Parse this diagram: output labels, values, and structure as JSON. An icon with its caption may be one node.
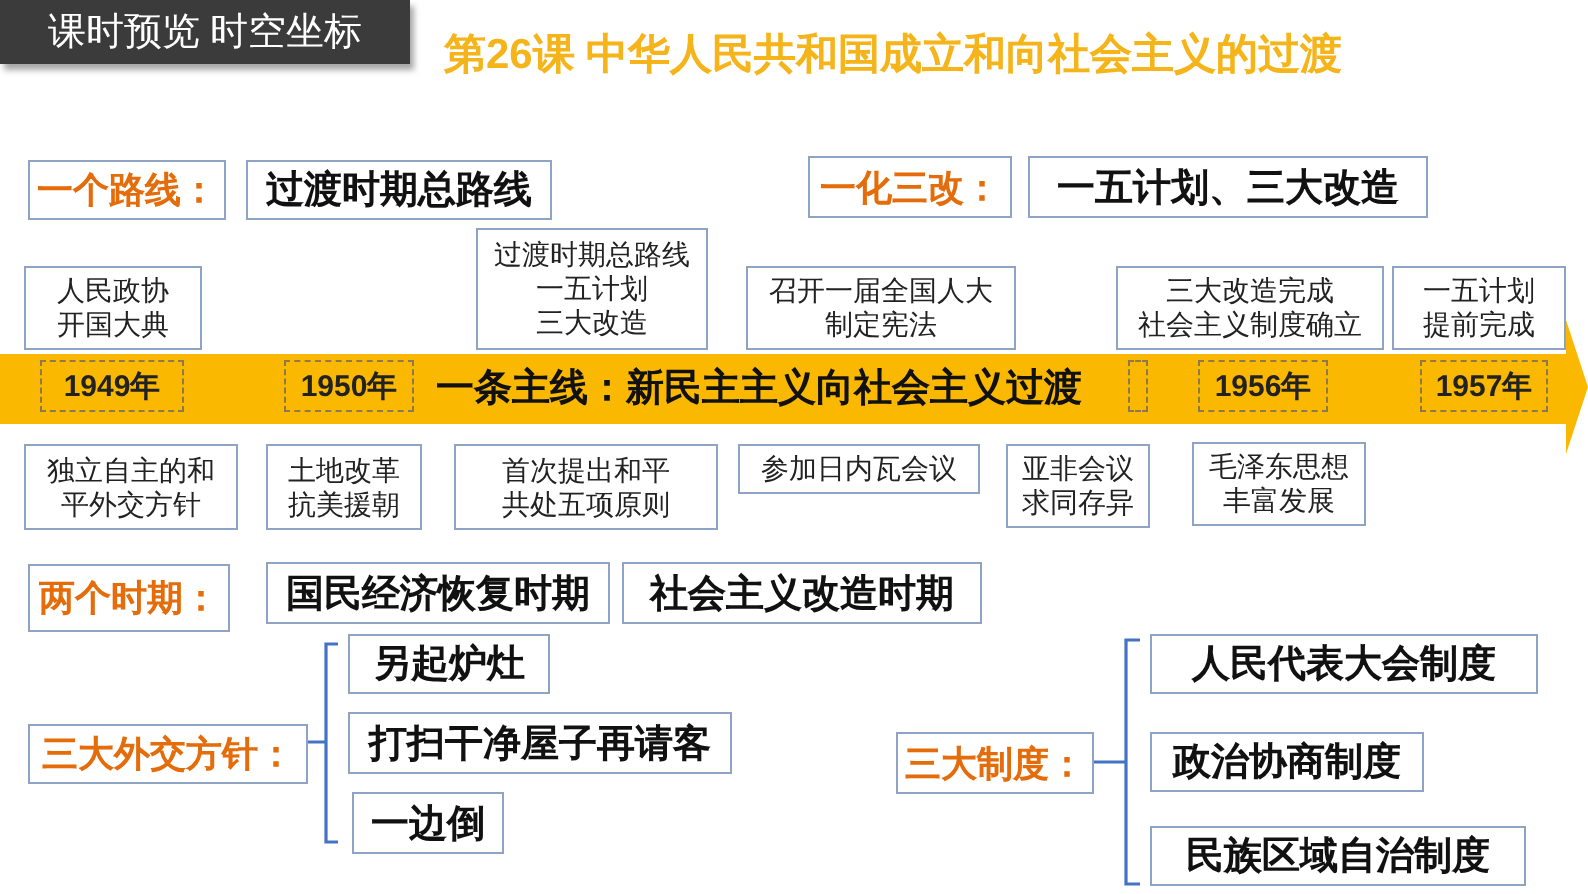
{
  "diagram": {
    "title": "第26课 中华人民共和国成立和向社会主义的过渡",
    "nodes": [
      {
        "text": [
          "课时预览 时空坐标"
        ]
      },
      {
        "text": [
          "一个路线："
        ]
      },
      {
        "text": [
          "过渡时期总路线"
        ]
      },
      {
        "text": [
          "一化三改："
        ]
      },
      {
        "text": [
          "一五计划、三大改造"
        ]
      },
      {
        "text": [
          "人民政协",
          "开国大典"
        ]
      },
      {
        "text": [
          "过渡时期总路线",
          "一五计划",
          "三大改造"
        ]
      },
      {
        "text": [
          "召开一届全国人大",
          "制定宪法"
        ]
      },
      {
        "text": [
          "三大改造完成",
          "社会主义制度确立"
        ]
      },
      {
        "text": [
          "一五计划提前完成"
        ]
      },
      {
        "text": [
          "一条主线：新民主主义向社会主义过渡"
        ]
      },
      {
        "text": [
          "1949年"
        ],
        "in": 10
      },
      {
        "text": [
          "1950年"
        ],
        "in": 10
      },
      {
        "text": [],
        "shape": "box",
        "in": 10
      },
      {
        "text": [
          "1956年"
        ],
        "in": 10
      },
      {
        "text": [
          "1957年"
        ],
        "in": 10
      },
      {
        "text": [
          "独立自主的和平外交方针"
        ]
      },
      {
        "text": [
          "土地改革",
          "抗美援朝"
        ]
      },
      {
        "text": [
          "首次提出和平共处五项原则"
        ]
      },
      {
        "text": [
          "参加日内瓦会议"
        ]
      },
      {
        "text": [
          "亚非会议求同存异"
        ]
      },
      {
        "text": [
          "毛泽东思想丰富发展"
        ]
      },
      {
        "text": [
          "两个时期："
        ]
      },
      {
        "text": [
          "国民经济恢复时期"
        ]
      },
      {
        "text": [
          "社会主义改造时期"
        ]
      },
      {
        "text": [
          "三大外交方针："
        ]
      },
      {
        "text": [
          "另起炉灶"
        ]
      },
      {
        "text": [
          "打扫干净屋子再请客"
        ]
      },
      {
        "text": [
          "一边倒"
        ]
      },
      {
        "text": [
          "三大制度："
        ]
      },
      {
        "text": [
          "人民代表大会制度"
        ]
      },
      {
        "text": [
          "政治协商制度"
        ]
      },
      {
        "text": [
          "民族区域自治制度"
        ]
      }
    ]
  }
}
